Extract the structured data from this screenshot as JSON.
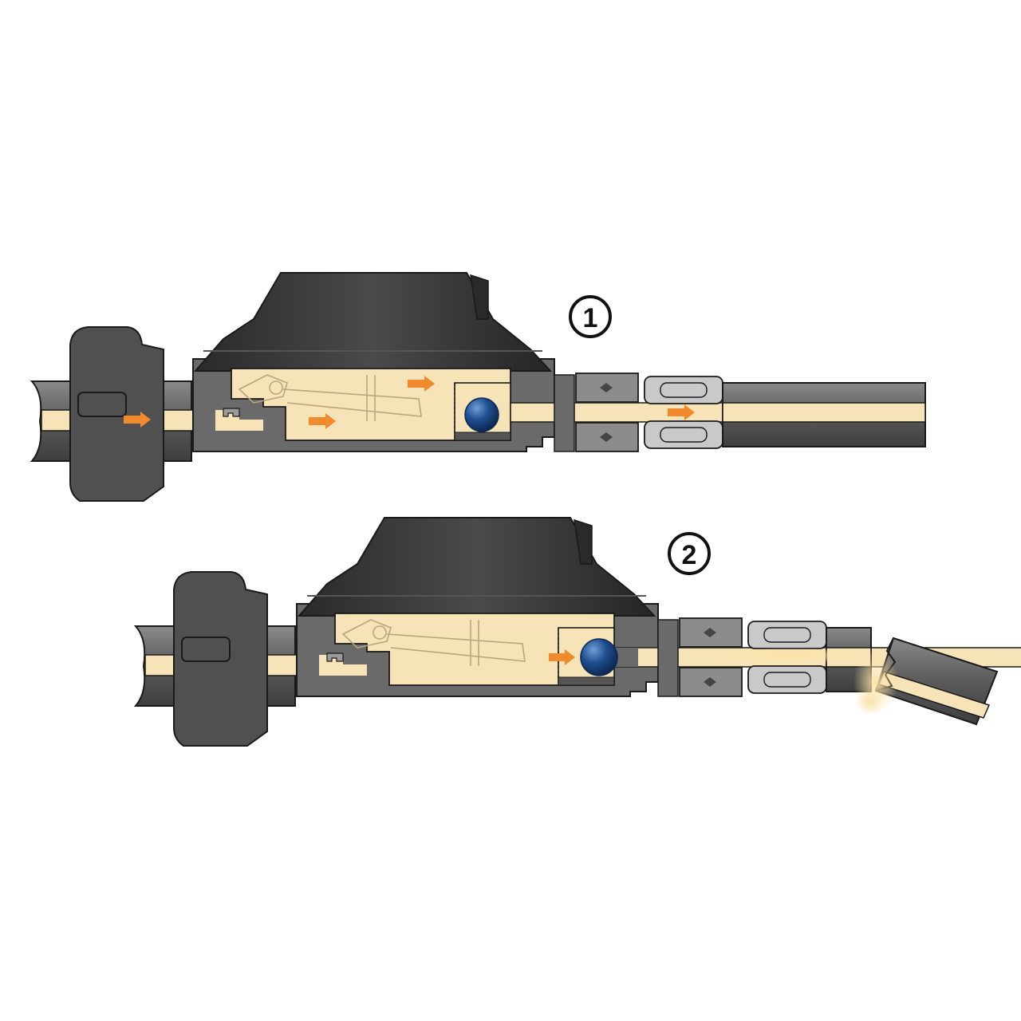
{
  "diagram": {
    "panels": [
      {
        "id": "panel-1",
        "number": "1",
        "state": "normal-flow"
      },
      {
        "id": "panel-2",
        "number": "2",
        "state": "hose-broken-ball-closed"
      }
    ]
  },
  "colors": {
    "background": "#ffffff",
    "gas": "#f7e3b8",
    "body_dark": "#3a3a3a",
    "body_mid": "#6e6e6e",
    "body_light": "#9a9a9a",
    "cap": "#2e2e2e",
    "arrow": "#f08a2c",
    "ball": "#1f4f8f",
    "outline": "#1a1a1a"
  },
  "icons": [
    "flow-arrow-icon",
    "check-ball-icon",
    "circled-number-icon",
    "gas-leak-icon"
  ]
}
